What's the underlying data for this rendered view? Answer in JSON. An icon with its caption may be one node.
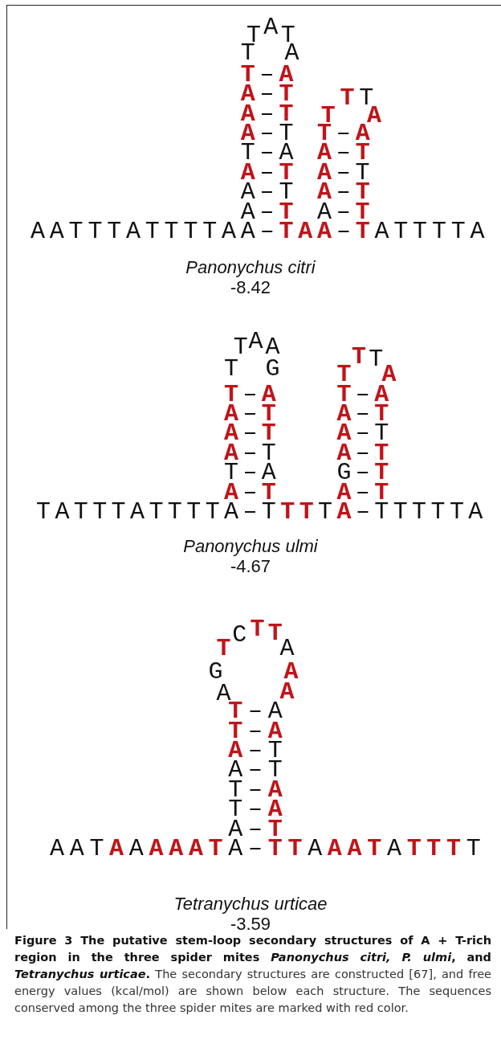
{
  "diagram": {
    "caption": "**Figure 3 The putative stem-loop secondary structures of A + T-rich region in the three spider mites *Panonychus citri, P. ulmi*, and *Tetranychus urticae*.** The secondary structures are constructed [67], and free energy values (kcal/mol) are shown below each structure. The sequences conserved among the three spider mites are marked with red color.",
    "labels": [
      "T",
      "A",
      "T",
      "T",
      "A",
      "**T**–**A**",
      "**A**–**T**",
      "**T**",
      "T",
      "**A**–**T**",
      "**T**",
      "**A**",
      "**A**–T",
      "**T**–**A**",
      "T–A",
      "**A**–**T**",
      "**A**–**T**",
      "**A**–T",
      "A–T",
      "**A**–**T**",
      "A–**T**",
      "A–**T**",
      "AATTTATTTTAA–**TAA**–**T**ATTTTA",
      "Panonychus citri",
      "-8.42",
      "T",
      "A",
      "A",
      "**T**",
      "T",
      "T",
      "G",
      "**T**",
      "**A**",
      "**T**–**A**",
      "**T**–**A**",
      "**A**–**T**",
      "**A**–**T**",
      "**A**–**T**",
      "**A**–T",
      "**A**–T",
      "**A**–**T**",
      "T–A",
      "G–**T**",
      "**A**–**T**",
      "**A**–**T**",
      "TATTTATTTTA–T**TT**T**A**–TTTTTA",
      "Panonychus ulmi",
      "-4.67",
      "**T**",
      "C",
      "**T**",
      "**T**",
      "A",
      "G",
      "**A**",
      "A",
      "**A**",
      "**T**–A",
      "**T**–**A**",
      "**A**–T",
      "A–T",
      "T–**A**",
      "T–**A**",
      "A–**T**",
      "AAT**A**A**AAAT**A–**TT**A**AAT**A**TTT**T",
      "Tetranychus urticae",
      "-3.59"
    ]
  }
}
